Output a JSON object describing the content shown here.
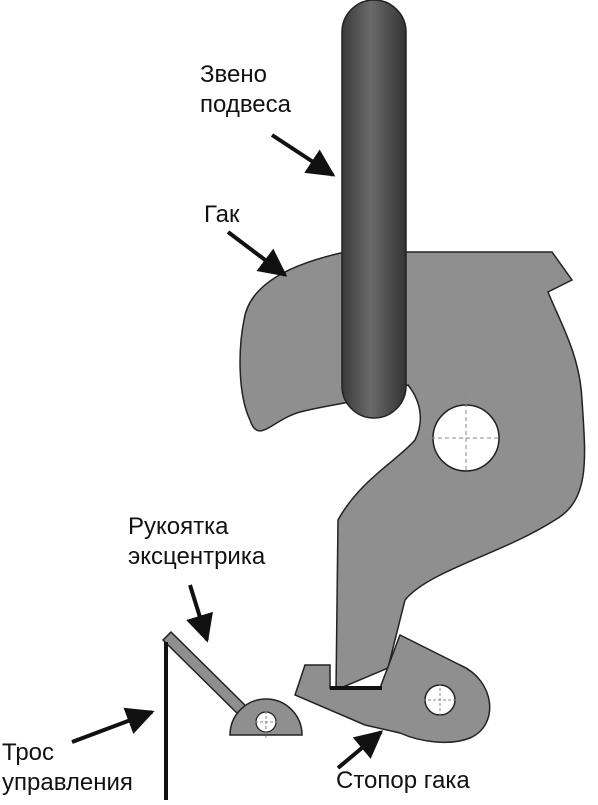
{
  "labels": {
    "suspension_link": [
      "Звено",
      "подвеса"
    ],
    "hook": [
      "Гак"
    ],
    "cam_handle": [
      "Рукоятка",
      "эксцентрика"
    ],
    "control_cable": [
      "Трос",
      "управления"
    ],
    "hook_stop": [
      "Стопор гака"
    ]
  },
  "colors": {
    "hook_fill": "#8f8f8f",
    "link_fill": "#5a5a5a",
    "outline": "#222222",
    "hole_fill": "#ffffff",
    "centerline": "#888888"
  }
}
